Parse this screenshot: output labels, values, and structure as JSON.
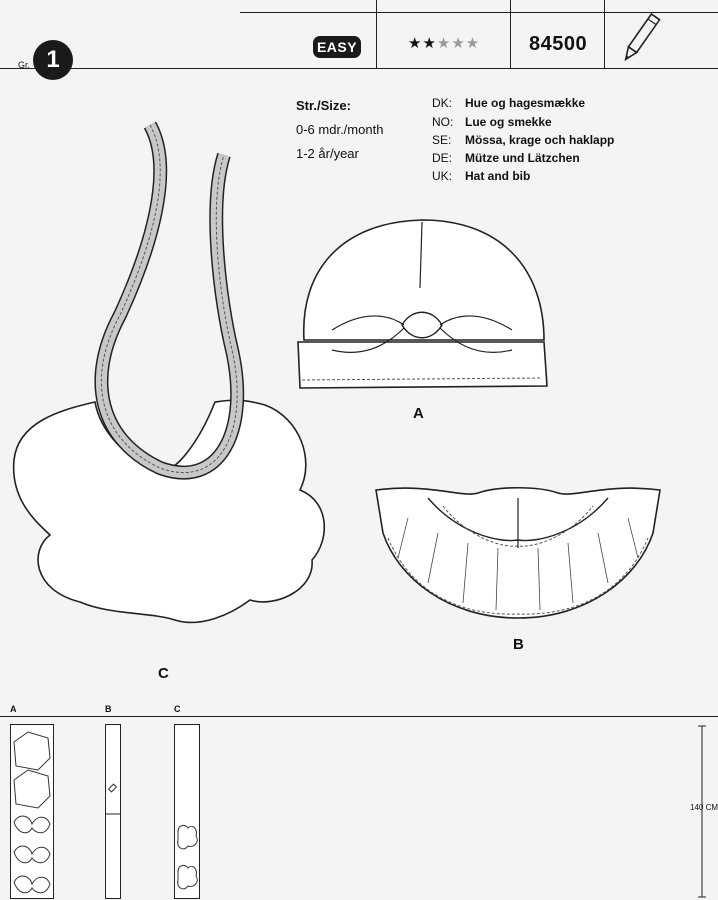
{
  "header": {
    "group_label": "Gr.",
    "group_number": "1",
    "difficulty_badge": "EASY",
    "stars_on": "★★",
    "stars_off": "★★★",
    "pattern_number": "84500",
    "pencil_icon": "pencil-icon"
  },
  "sizes": {
    "heading": "Str./Size:",
    "items": [
      "0-6 mdr./month",
      "1-2 år/year"
    ]
  },
  "translations": [
    {
      "code": "DK:",
      "text": "Hue og hagesmække"
    },
    {
      "code": "NO:",
      "text": "Lue og smekke"
    },
    {
      "code": "SE:",
      "text": "Mössa, krage och haklapp"
    },
    {
      "code": "DE:",
      "text": "Mütze und Lätzchen"
    },
    {
      "code": "UK:",
      "text": "Hat and bib"
    }
  ],
  "illustration_labels": {
    "a": "A",
    "b": "B",
    "c": "C"
  },
  "layout_labels": {
    "a": "A",
    "b": "B",
    "c": "C"
  },
  "fabric_width": "140 CM"
}
